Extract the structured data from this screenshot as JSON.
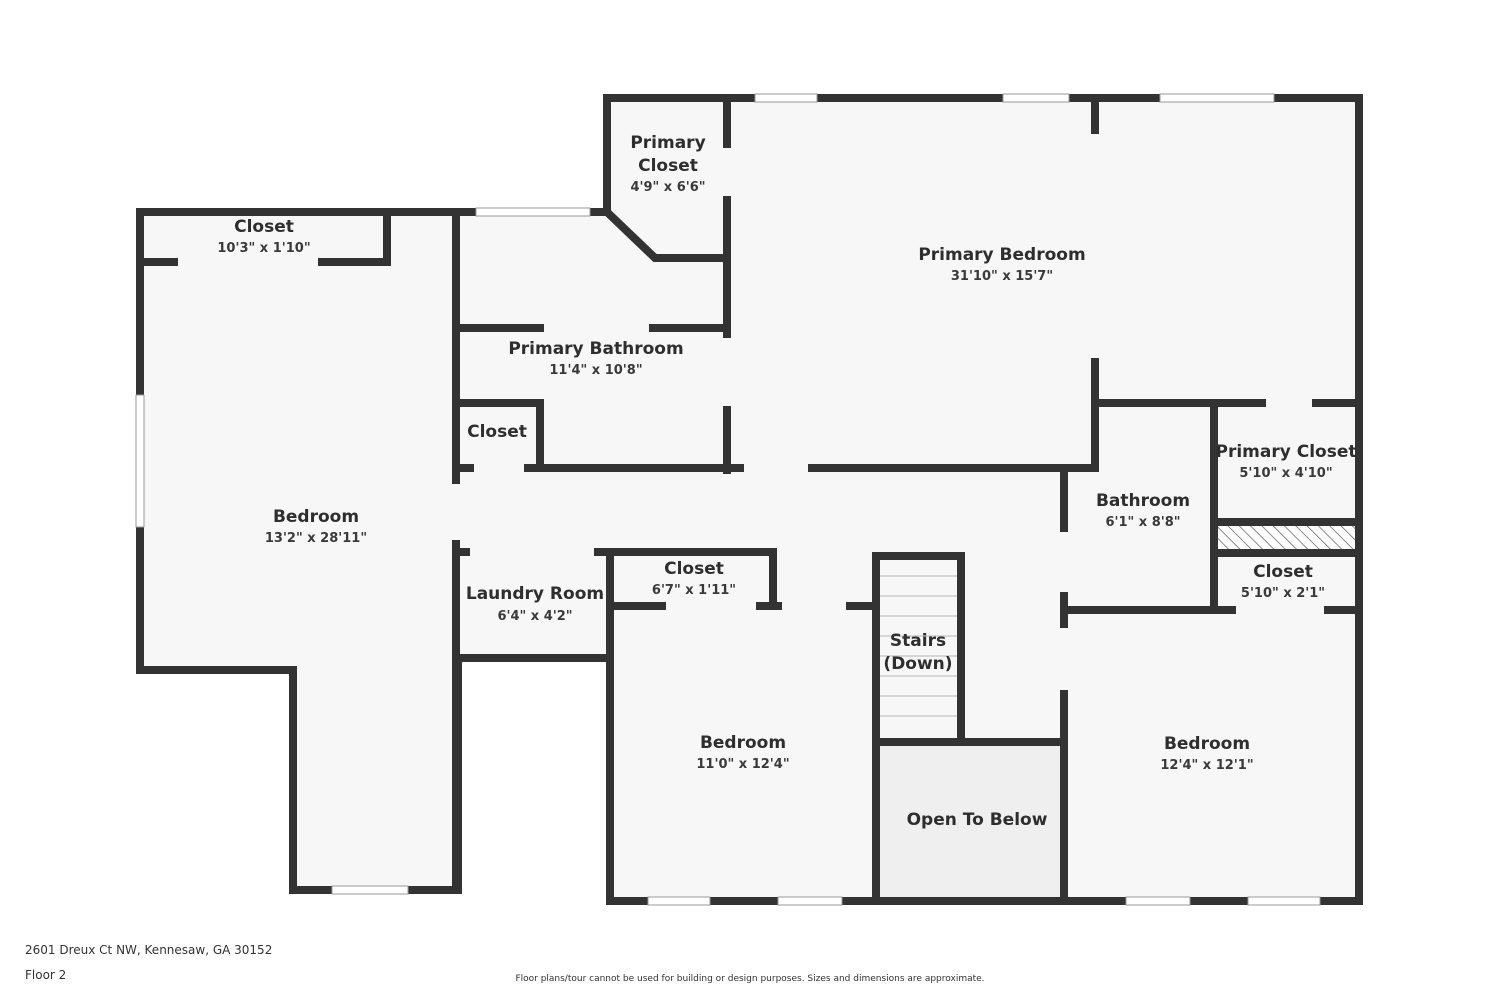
{
  "rooms": [
    {
      "id": "primary-closet-top",
      "name_lines": [
        "Primary",
        "Closet"
      ],
      "dims": "4'9\" x 6'6\""
    },
    {
      "id": "primary-bedroom",
      "name_lines": [
        "Primary Bedroom"
      ],
      "dims": "31'10\" x 15'7\""
    },
    {
      "id": "closet-top-left",
      "name_lines": [
        "Closet"
      ],
      "dims": "10'3\" x 1'10\""
    },
    {
      "id": "primary-bathroom",
      "name_lines": [
        "Primary Bathroom"
      ],
      "dims": "11'4\" x 10'8\""
    },
    {
      "id": "closet-small",
      "name_lines": [
        "Closet"
      ],
      "dims": ""
    },
    {
      "id": "bedroom-left",
      "name_lines": [
        "Bedroom"
      ],
      "dims": "13'2\" x 28'11\""
    },
    {
      "id": "bathroom",
      "name_lines": [
        "Bathroom"
      ],
      "dims": "6'1\" x 8'8\""
    },
    {
      "id": "primary-closet-right",
      "name_lines": [
        "Primary Closet"
      ],
      "dims": "5'10\" x 4'10\""
    },
    {
      "id": "closet-middle",
      "name_lines": [
        "Closet"
      ],
      "dims": "6'7\" x 1'11\""
    },
    {
      "id": "laundry-room",
      "name_lines": [
        "Laundry Room"
      ],
      "dims": "6'4\" x 4'2\""
    },
    {
      "id": "closet-right",
      "name_lines": [
        "Closet"
      ],
      "dims": "5'10\" x 2'1\""
    },
    {
      "id": "stairs",
      "name_lines": [
        "Stairs",
        "(Down)"
      ],
      "dims": ""
    },
    {
      "id": "bedroom-middle",
      "name_lines": [
        "Bedroom"
      ],
      "dims": "11'0\" x 12'4\""
    },
    {
      "id": "bedroom-right",
      "name_lines": [
        "Bedroom"
      ],
      "dims": "12'4\" x 12'1\""
    },
    {
      "id": "open-to-below",
      "name_lines": [
        "Open To Below"
      ],
      "dims": ""
    }
  ],
  "footer": {
    "address": "2601 Dreux Ct NW, Kennesaw, GA 30152",
    "floor": "Floor 2",
    "disclaimer": "Floor plans/tour cannot be used for building or design purposes. Sizes and dimensions are approximate."
  },
  "colors": {
    "wall": "#333333",
    "floor": "#f7f7f7",
    "open_below": "#efefef",
    "window": "#ffffff"
  }
}
